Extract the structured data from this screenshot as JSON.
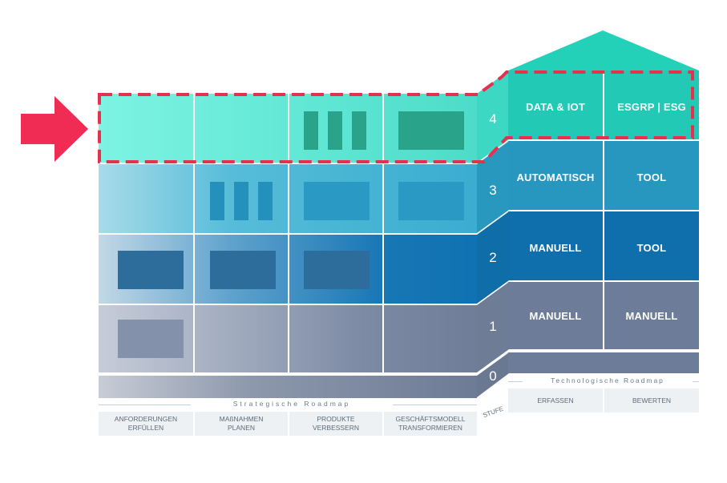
{
  "levels": [
    "4",
    "3",
    "2",
    "1",
    "0"
  ],
  "technology": {
    "caption": "Technologische Roadmap",
    "columns": [
      "ERFASSEN",
      "BEWERTEN"
    ],
    "rows": [
      [
        "DATA & IOT",
        "ESGRP | ESG"
      ],
      [
        "AUTOMATISCH",
        "TOOL"
      ],
      [
        "MANUELL",
        "TOOL"
      ],
      [
        "MANUELL",
        "MANUELL"
      ]
    ]
  },
  "strategy": {
    "caption": "Strategische Roadmap",
    "columns": [
      "ANFORDERUNGEN\nERFÜLLEN",
      "MAßNAHMEN\nPLANEN",
      "PRODUKTE\nVERBESSERN",
      "GESCHÄFTSMODELL\nTRANSFORMIEREN"
    ],
    "stage_label": "STUFE"
  },
  "colors": {
    "level4": "#5fe8d6",
    "level3": "#3fb2d2",
    "level2": "#127ab5",
    "level1": "#6f7f9a",
    "level0": "#6e7c96",
    "roof": "#23d0b8",
    "highlight": "#e5304f",
    "arrow": "#f02c55"
  }
}
